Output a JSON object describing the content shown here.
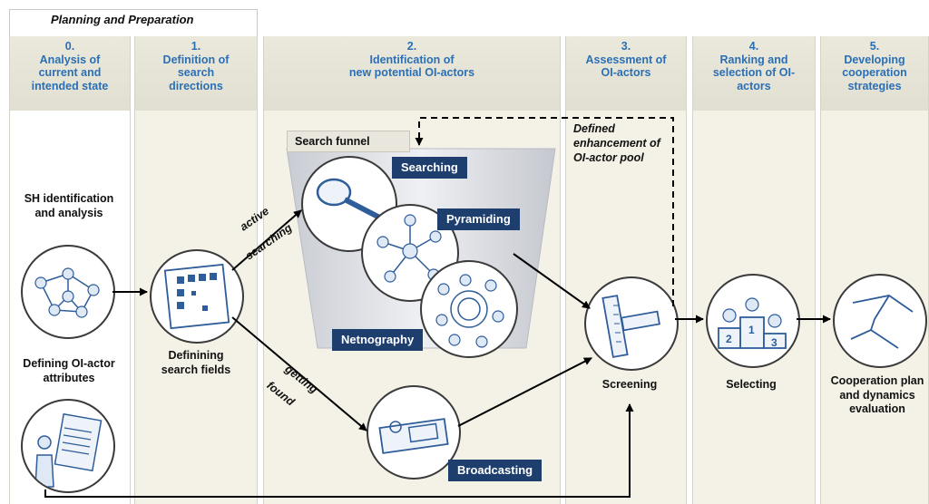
{
  "planning_label": "Planning and Preparation",
  "columns": [
    {
      "number": "0.",
      "title": "Analysis of current and intended state"
    },
    {
      "number": "1.",
      "title": "Definition of search directions"
    },
    {
      "number": "2.",
      "title": "Identification of new potential OI-actors"
    },
    {
      "number": "3.",
      "title": "Assessment of OI-actors"
    },
    {
      "number": "4.",
      "title": "Ranking and selection of OI-actors"
    },
    {
      "number": "5.",
      "title": "Developing cooperation strategies"
    }
  ],
  "header_lines": {
    "c0": [
      "0.",
      "Analysis of",
      "current and",
      "intended state"
    ],
    "c1": [
      "1.",
      "Definition of",
      "search",
      "directions"
    ],
    "c2": [
      "2.",
      "Identification of",
      "new potential OI-actors"
    ],
    "c3": [
      "3.",
      "Assessment of",
      "OI-actors"
    ],
    "c4": [
      "4.",
      "Ranking and",
      "selection of OI-",
      "actors"
    ],
    "c5": [
      "5.",
      "Developing",
      "cooperation",
      "strategies"
    ]
  },
  "labels": {
    "sh_identification": "SH identification and analysis",
    "defining_attributes": "Defining OI-actor attributes",
    "defining_search_fields": "Definining search fields",
    "screening": "Screening",
    "selecting": "Selecting",
    "cooperation_plan": "Cooperation plan and dynamics evaluation",
    "defined_enhancement": "Defined enhancement of OI-actor pool",
    "active_searching_1": "active",
    "active_searching_2": "searching",
    "getting_found_1": "getting",
    "getting_found_2": "found"
  },
  "funnel": {
    "title": "Search funnel",
    "tags": [
      "Searching",
      "Pyramiding",
      "Netnography"
    ]
  },
  "broadcasting": "Broadcasting",
  "colors": {
    "header_text": "#2b6fb5",
    "tag_bg": "#1e3f6e",
    "column_bg": "#f4f2e7",
    "arrow": "#000000"
  }
}
